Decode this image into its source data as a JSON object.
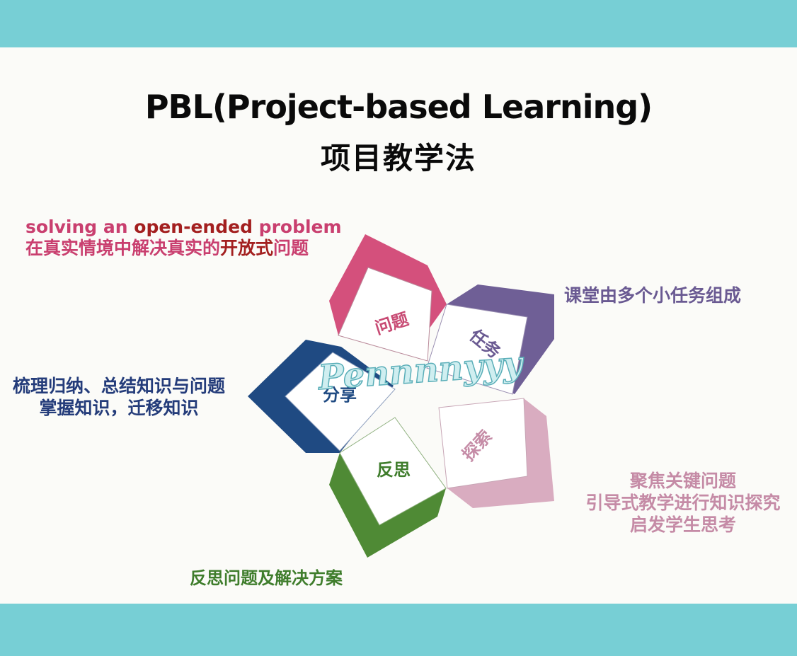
{
  "title": {
    "en": "PBL(Project-based Learning)",
    "zh": "项目教学法"
  },
  "notes": {
    "problem": {
      "line1_a": "solving an ",
      "line1_b": "open-ended",
      "line1_c": " problem",
      "line2_a": "在真实情境中解决真实的",
      "line2_b": "开放式",
      "line2_c": "问题"
    },
    "task": "课堂由多个小任务组成",
    "share": {
      "line1": "梳理归纳、总结知识与问题",
      "line2": "掌握知识，迁移知识"
    },
    "explore": {
      "line1": "聚焦关键问题",
      "line2": "引导式教学进行知识探究",
      "line3": "启发学生思考"
    },
    "reflect": "反思问题及解决方案"
  },
  "petals": {
    "problem": "问题",
    "task": "任务",
    "share": "分享",
    "explore": "探索",
    "reflect": "反思"
  },
  "watermark": "Pennnnyyy",
  "colors": {
    "band": "#77cfd5",
    "problem": "#d4507c",
    "task": "#6f5f96",
    "share": "#1f4a82",
    "explore": "#d9acc0",
    "reflect": "#4f8a35"
  }
}
